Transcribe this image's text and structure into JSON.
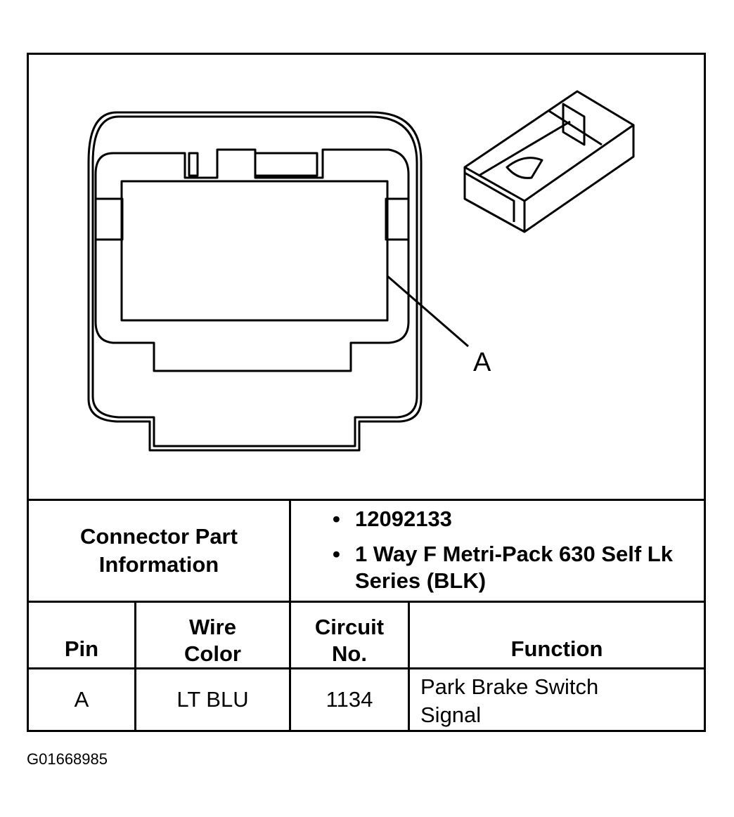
{
  "diagram": {
    "callout_label": "A"
  },
  "connector_info": {
    "label": "Connector Part Information",
    "items": [
      "12092133",
      "1 Way F Metri-Pack 630 Self Lk Series (BLK)"
    ]
  },
  "pin_table": {
    "headers": {
      "pin": "Pin",
      "wire_color": "Wire Color",
      "circuit_no": "Circuit No.",
      "function": "Function"
    },
    "rows": [
      {
        "pin": "A",
        "wire_color": "LT BLU",
        "circuit_no": "1134",
        "function": "Park Brake Switch Signal"
      }
    ]
  },
  "figure_id": "G01668985"
}
